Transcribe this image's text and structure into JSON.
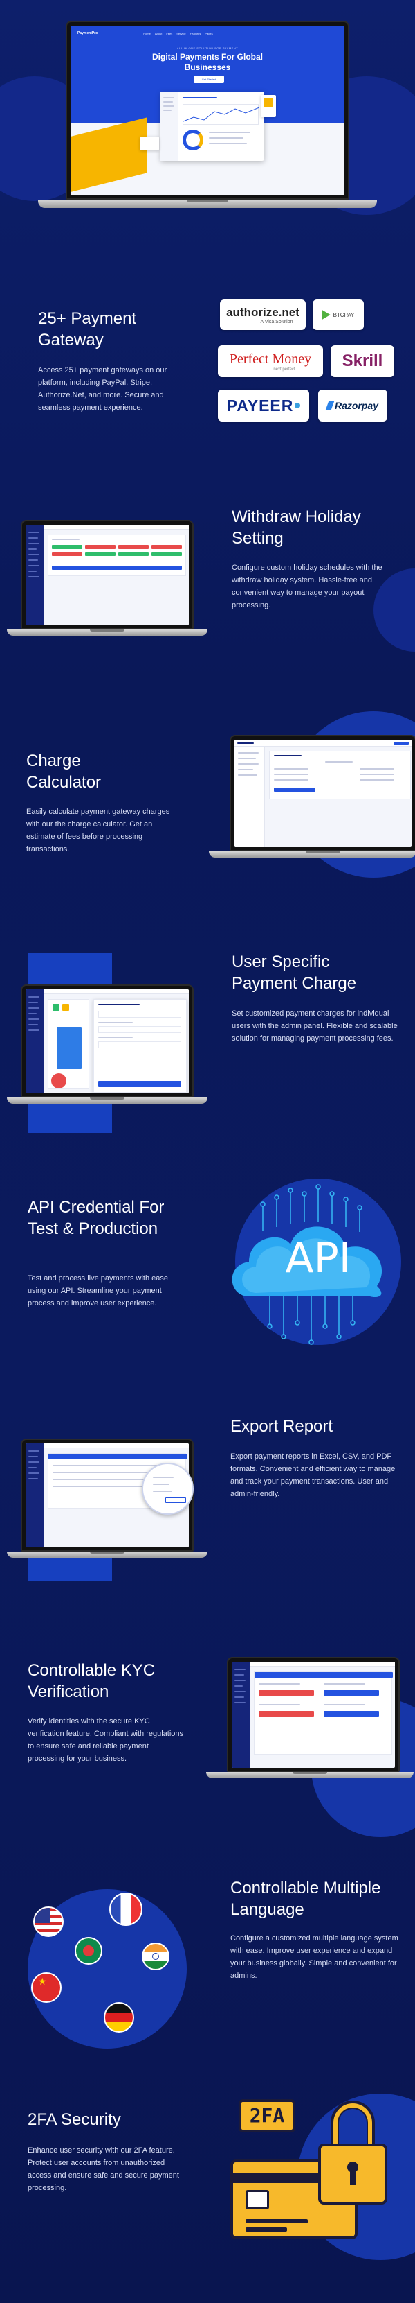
{
  "hero": {
    "nav_brand": "PaymentPro",
    "nav_links": [
      "Home",
      "About",
      "Fees",
      "Service",
      "Features",
      "Pages"
    ],
    "tagline": "ALL IN ONE SOLUTION FOR PAYMENT",
    "headline": "Digital Payments For Global Businesses",
    "cta": "Get Started"
  },
  "payment_gateway": {
    "title": "25+ Payment Gateway",
    "description": "Access 25+ payment gateways on our platform, including PayPal, Stripe, Authorize.Net, and more. Secure and seamless payment experience.",
    "logos": [
      {
        "name": "authorize.net",
        "sub": "A Visa Solution"
      },
      {
        "name": "BTCPAY",
        "sub": ""
      },
      {
        "name": "Perfect Money",
        "sub": "next perfect"
      },
      {
        "name": "Skrill",
        "sub": ""
      },
      {
        "name": "PAYEER",
        "sub": ""
      },
      {
        "name": "Razorpay",
        "sub": ""
      }
    ]
  },
  "withdraw_holiday": {
    "title": "Withdraw Holiday Setting",
    "description": "Configure custom holiday schedules with the withdraw holiday system. Hassle-free and convenient way to manage your payout processing."
  },
  "charge_calculator": {
    "title": "Charge Calculator",
    "description": "Easily calculate payment gateway charges with our the charge calculator. Get an estimate of fees before processing transactions."
  },
  "user_charge": {
    "title": "User Specific Payment Charge",
    "description": "Set customized payment charges for individual users with the admin panel. Flexible and scalable solution for managing payment processing fees."
  },
  "api": {
    "title": "API Credential For Test & Production",
    "description": "Test and process live payments with ease using our API. Streamline your payment process and improve user experience.",
    "badge": "API"
  },
  "export": {
    "title": "Export Report",
    "description": "Export payment reports in Excel, CSV, and PDF formats. Convenient and efficient way to manage and track your payment transactions. User and admin-friendly."
  },
  "kyc": {
    "title": "Controllable KYC Verification",
    "description": "Verify identities with the secure KYC verification feature. Compliant with regulations to ensure safe and reliable payment processing for your business."
  },
  "language": {
    "title": "Controllable Multiple Language",
    "description": "Configure a customized multiple language system with ease. Improve user experience and expand your business globally. Simple and convenient for admins."
  },
  "twofa": {
    "title": "2FA Security",
    "description": "Enhance user security with our 2FA feature. Protect user accounts from unauthorized access and ensure safe and secure payment processing.",
    "badge": "2FA"
  },
  "colors": {
    "background": "#0b1a5e",
    "accent_blue": "#1842c4",
    "brand_blue": "#2453e0"
  }
}
